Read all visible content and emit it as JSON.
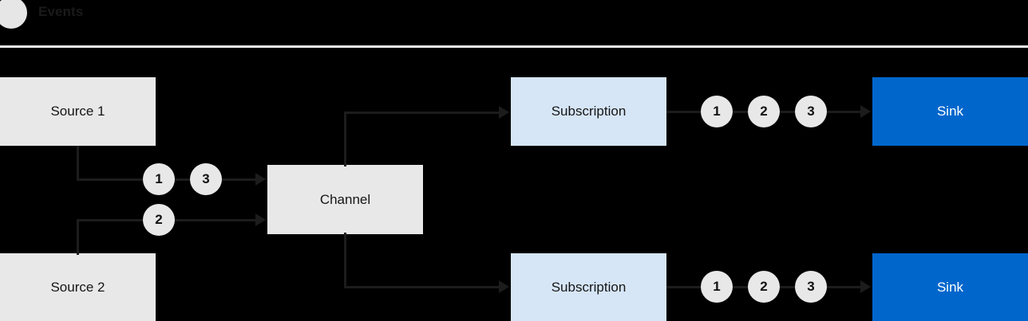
{
  "legend": {
    "marker_icon": "event-circle-icon",
    "label": "Events",
    "marker_color": "#e6e6e6"
  },
  "colors": {
    "background": "#000000",
    "divider": "#f2f2f2",
    "source_box": "#e8e8e8",
    "channel_box": "#e8e8e8",
    "subscription_box": "#d6e6f7",
    "sink_box": "#0066cc",
    "sink_text": "#ffffff",
    "connector": "#1c1c1c",
    "event_circle": "#e8e8e8",
    "event_text": "#111111"
  },
  "diagram": {
    "sources": [
      {
        "label": "Source 1"
      },
      {
        "label": "Source 2"
      }
    ],
    "channel": {
      "label": "Channel"
    },
    "subscriptions": [
      {
        "label": "Subscription"
      },
      {
        "label": "Subscription"
      }
    ],
    "sinks": [
      {
        "label": "Sink"
      },
      {
        "label": "Sink"
      }
    ],
    "events_source1": [
      "1",
      "3"
    ],
    "events_source2": [
      "2"
    ],
    "events_subscription_top": [
      "1",
      "2",
      "3"
    ],
    "events_subscription_bottom": [
      "1",
      "2",
      "3"
    ]
  }
}
